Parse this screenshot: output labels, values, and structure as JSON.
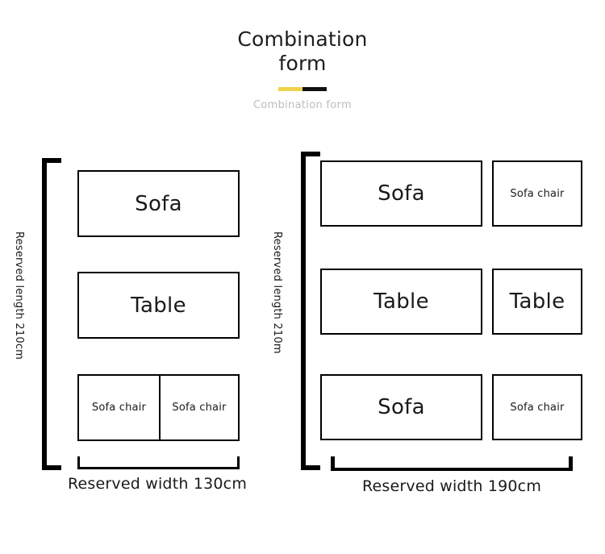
{
  "header": {
    "title_line1": "Combination",
    "title_line2": "form",
    "subtitle": "Combination form",
    "divider_left_color": "#efd34c",
    "divider_right_color": "#111111",
    "subtitle_color": "#bdbdbd"
  },
  "diagrams": [
    {
      "id": "left",
      "length_label": "Reserved length 210cm",
      "width_label": "Reserved width 130cm",
      "items": [
        {
          "label": "Sofa",
          "size": "large"
        },
        {
          "label": "Table",
          "size": "large"
        },
        {
          "label": "Sofa chair",
          "size": "small"
        },
        {
          "label": "Sofa chair",
          "size": "small"
        }
      ]
    },
    {
      "id": "right",
      "length_label": "Reserved length 210m",
      "width_label": "Reserved width 190cm",
      "items": [
        {
          "label": "Sofa",
          "size": "large"
        },
        {
          "label": "Sofa chair",
          "size": "small"
        },
        {
          "label": "Table",
          "size": "large"
        },
        {
          "label": "Table",
          "size": "large"
        },
        {
          "label": "Sofa",
          "size": "large"
        },
        {
          "label": "Sofa chair",
          "size": "small"
        }
      ]
    }
  ]
}
